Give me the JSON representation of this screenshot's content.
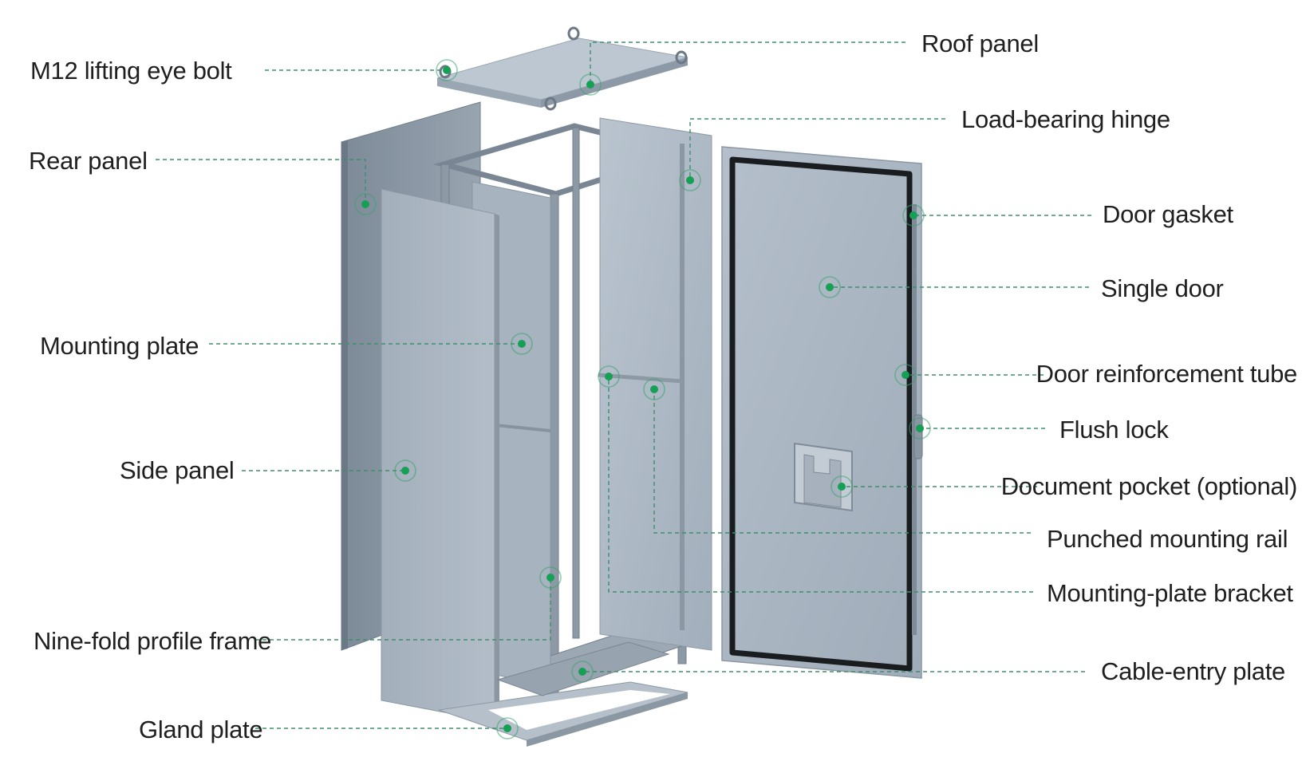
{
  "diagram": {
    "colors": {
      "callout_dot": "#14a055",
      "leader_line": "#3e8f6c",
      "panel": "#a9b5c1",
      "frame": "#8a96a2",
      "gasket": "#1a1d20"
    },
    "labels": {
      "roof_panel": "Roof panel",
      "lifting_eye_bolt": "M12 lifting eye bolt",
      "load_bearing_hinge": "Load-bearing hinge",
      "rear_panel": "Rear panel",
      "door_gasket": "Door gasket",
      "single_door": "Single door",
      "mounting_plate": "Mounting plate",
      "door_reinforcement_tube": "Door reinforcement tube",
      "flush_lock": "Flush lock",
      "side_panel": "Side panel",
      "document_pocket": "Document pocket (optional)",
      "punched_mounting_rail": "Punched mounting rail",
      "mounting_plate_bracket": "Mounting-plate bracket",
      "nine_fold_profile_frame": "Nine-fold profile frame",
      "cable_entry_plate": "Cable-entry plate",
      "gland_plate": "Gland plate"
    }
  }
}
